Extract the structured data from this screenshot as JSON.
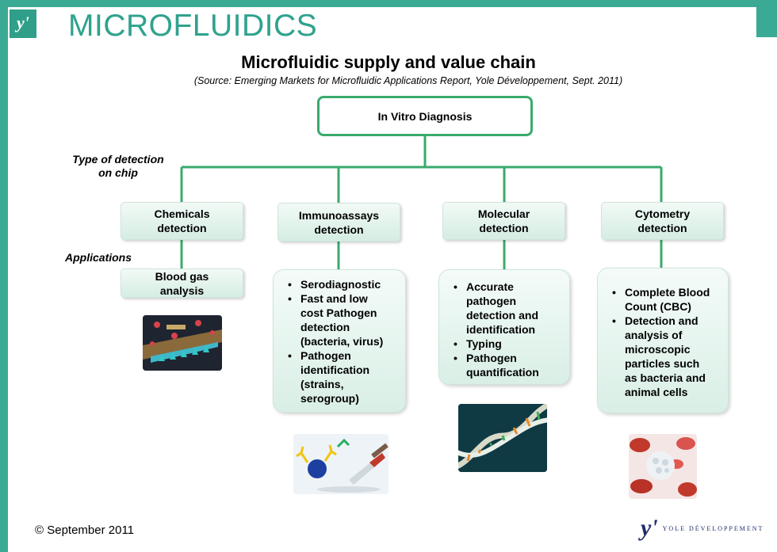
{
  "header": {
    "logo_mark": "y'",
    "section_title": "MICROFLUIDICS"
  },
  "diagram": {
    "title": "Microfluidic supply and value chain",
    "source": "(Source: Emerging Markets for Microfluidic Applications Report, Yole Développement, Sept. 2011)",
    "root": "In Vitro Diagnosis",
    "row_label_detection_line1": "Type of detection",
    "row_label_detection_line2": "on chip",
    "row_label_applications": "Applications",
    "categories": [
      {
        "line1": "Chemicals",
        "line2": "detection"
      },
      {
        "line1": "Immunoassays",
        "line2": "detection"
      },
      {
        "line1": "Molecular",
        "line2": "detection"
      },
      {
        "line1": "Cytometry",
        "line2": "detection"
      }
    ],
    "applications": {
      "chemicals": {
        "line1": "Blood gas",
        "line2": "analysis"
      },
      "immunoassays": [
        [
          "Serodiagnostic"
        ],
        [
          "Fast and low",
          "cost Pathogen",
          "detection",
          "(bacteria, virus)"
        ],
        [
          "Pathogen",
          "identification",
          "(strains,",
          "serogroup)"
        ]
      ],
      "molecular": [
        [
          "Accurate",
          "pathogen",
          "detection and",
          "identification"
        ],
        [
          "Typing"
        ],
        [
          "Pathogen",
          "quantification"
        ]
      ],
      "cytometry": [
        [
          "Complete Blood",
          "Count (CBC)"
        ],
        [
          "Detection and",
          "analysis of",
          "microscopic",
          "particles such",
          "as bacteria and",
          "animal cells"
        ]
      ]
    },
    "colors": {
      "connector": "#3aaa6c",
      "accent": "#2fa28d"
    }
  },
  "footer": {
    "copyright": "© September 2011",
    "company_mark": "y'",
    "company_name": "YOLE DÉVELOPPEMENT"
  }
}
